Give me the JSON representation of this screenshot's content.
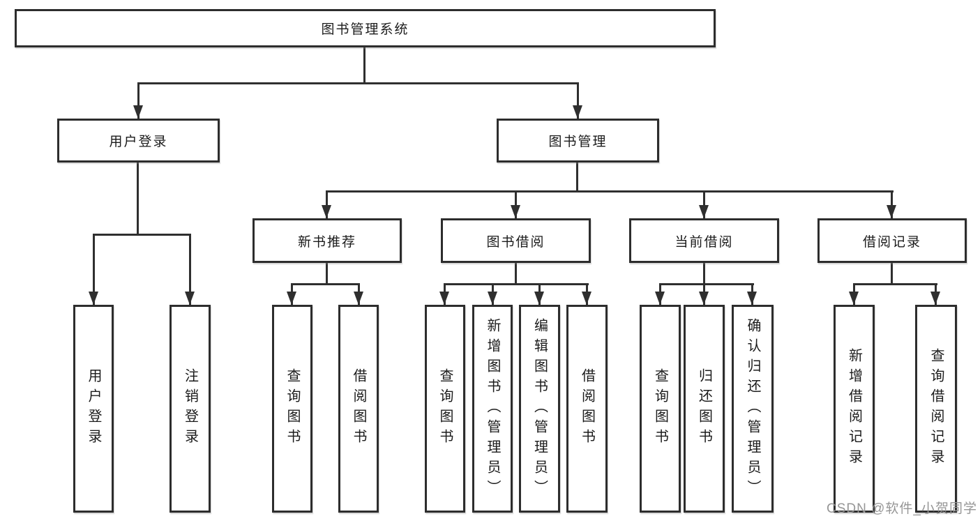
{
  "page": {
    "background": "#ffffff"
  },
  "watermark": {
    "text": "CSDN @软件_小贺同学",
    "color": "#969696"
  },
  "diagram": {
    "type": "hierarchy-org-chart",
    "colors": {
      "line": "#2f2f2f",
      "box_border": "#2d2d2d",
      "text": "#1b1b1b"
    },
    "root": {
      "label": "图书管理系统"
    },
    "branches": [
      {
        "label": "用户登录",
        "leaves": [
          "用户登录",
          "注销登录"
        ]
      },
      {
        "label": "图书管理",
        "children": [
          {
            "label": "新书推荐",
            "leaves": [
              "查询图书",
              "借阅图书"
            ]
          },
          {
            "label": "图书借阅",
            "leaves": [
              "查询图书",
              "新增图书（管理员）",
              "编辑图书（管理员）",
              "借阅图书"
            ]
          },
          {
            "label": "当前借阅",
            "leaves": [
              "查询图书",
              "归还图书",
              "确认归还（管理员）"
            ]
          },
          {
            "label": "借阅记录",
            "leaves": [
              "新增借阅记录",
              "查询借阅记录"
            ]
          }
        ]
      }
    ]
  }
}
